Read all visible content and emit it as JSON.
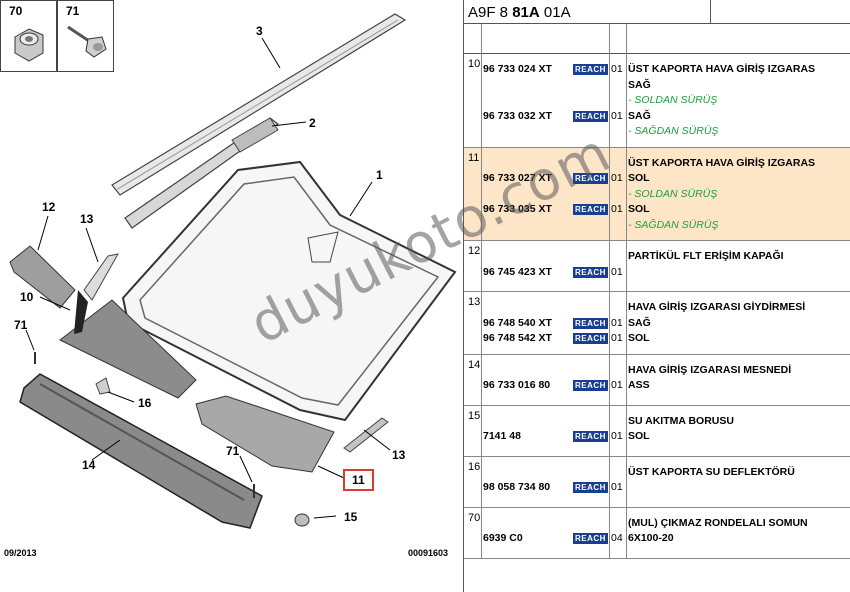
{
  "diagram": {
    "inset_numbers": [
      "70",
      "71"
    ],
    "callouts": [
      "1",
      "2",
      "3",
      "10",
      "11",
      "12",
      "13",
      "13",
      "14",
      "15",
      "16",
      "71",
      "71"
    ],
    "date": "09/2013",
    "figure_ref": "00091603"
  },
  "catalog": {
    "code_prefix": "A9F 8 ",
    "code_bold": "81A",
    "code_suffix": " 01A",
    "reach_label": "REACH",
    "rows": [
      {
        "ref": "10",
        "lines": [
          {
            "pn": "96 733 024 XT",
            "qty": "01",
            "desc": "ÜST KAPORTA HAVA GİRİŞ IZGARAS"
          },
          {
            "desc": "SAĞ"
          },
          {
            "note": "- SOLDAN SÜRÜŞ"
          },
          {
            "pn": "96 733 032 XT",
            "qty": "01",
            "desc": "SAĞ"
          },
          {
            "note": "- SAĞDAN SÜRÜŞ"
          }
        ]
      },
      {
        "ref": "11",
        "lines": [
          {
            "desc": "ÜST KAPORTA HAVA GİRİŞ IZGARAS"
          },
          {
            "pn": "96 733 027 XT",
            "qty": "01",
            "desc": "SOL"
          },
          {
            "note": "- SOLDAN SÜRÜŞ"
          },
          {
            "pn": "96 733 035 XT",
            "qty": "01",
            "desc": "SOL"
          },
          {
            "note": "- SAĞDAN SÜRÜŞ"
          }
        ]
      },
      {
        "ref": "12",
        "lines": [
          {
            "desc": "PARTİKÜL FLT ERİŞİM KAPAĞI"
          },
          {
            "pn": "96 745 423 XT",
            "qty": "01"
          }
        ]
      },
      {
        "ref": "13",
        "lines": [
          {
            "desc": "HAVA GİRİŞ IZGARASI GİYDİRMESİ"
          },
          {
            "pn": "96 748 540 XT",
            "qty": "01",
            "desc": "SAĞ"
          },
          {
            "pn": "96 748 542 XT",
            "qty": "01",
            "desc": "SOL"
          }
        ]
      },
      {
        "ref": "14",
        "lines": [
          {
            "desc": "HAVA GİRİŞ IZGARASI MESNEDİ"
          },
          {
            "pn": "96 733 016 80",
            "qty": "01",
            "desc": "ASS"
          }
        ]
      },
      {
        "ref": "15",
        "lines": [
          {
            "desc": "SU AKITMA BORUSU"
          },
          {
            "pn": "7141 48",
            "qty": "01",
            "desc": "SOL"
          }
        ]
      },
      {
        "ref": "16",
        "lines": [
          {
            "desc": "ÜST KAPORTA SU DEFLEKTÖRÜ"
          },
          {
            "pn": "98 058 734 80",
            "qty": "01"
          }
        ]
      },
      {
        "ref": "70",
        "lines": [
          {
            "desc": "(MUL) ÇIKMAZ RONDELALI SOMUN"
          },
          {
            "pn": "6939 C0",
            "qty": "04",
            "desc": "6X100-20"
          }
        ]
      }
    ]
  },
  "watermark": "duyukoto.com",
  "colors": {
    "highlight_row": "#fde5c7",
    "reach_badge": "#1a3e93",
    "note_green": "#1a9f3c",
    "callout_box": "#e03a2a"
  }
}
